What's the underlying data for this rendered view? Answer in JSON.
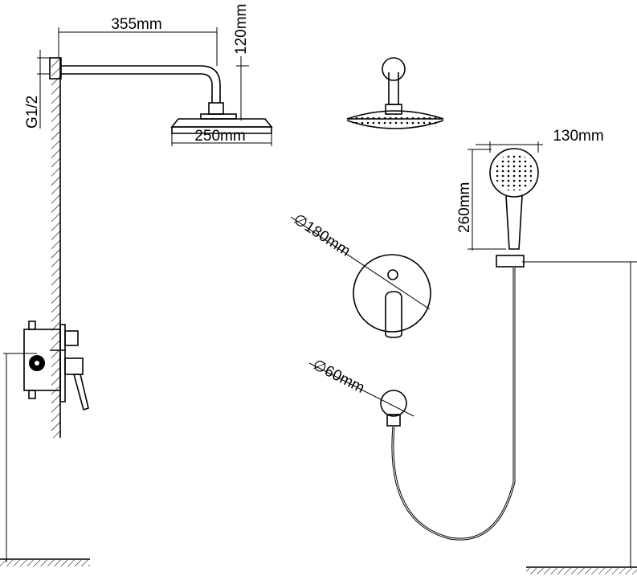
{
  "drawing": {
    "dimensions": {
      "arm_length": "355mm",
      "arm_drop": "120mm",
      "thread": "G1/2",
      "head_diameter": "250mm",
      "hand_shower_width": "130mm",
      "hand_shower_height": "260mm",
      "plate_diameter_symbol": "∅",
      "plate_diameter": "180mm",
      "outlet_diameter_symbol": "∅",
      "outlet_diameter": "60mm"
    },
    "colors": {
      "line": "#000000",
      "background": "#ffffff"
    }
  }
}
